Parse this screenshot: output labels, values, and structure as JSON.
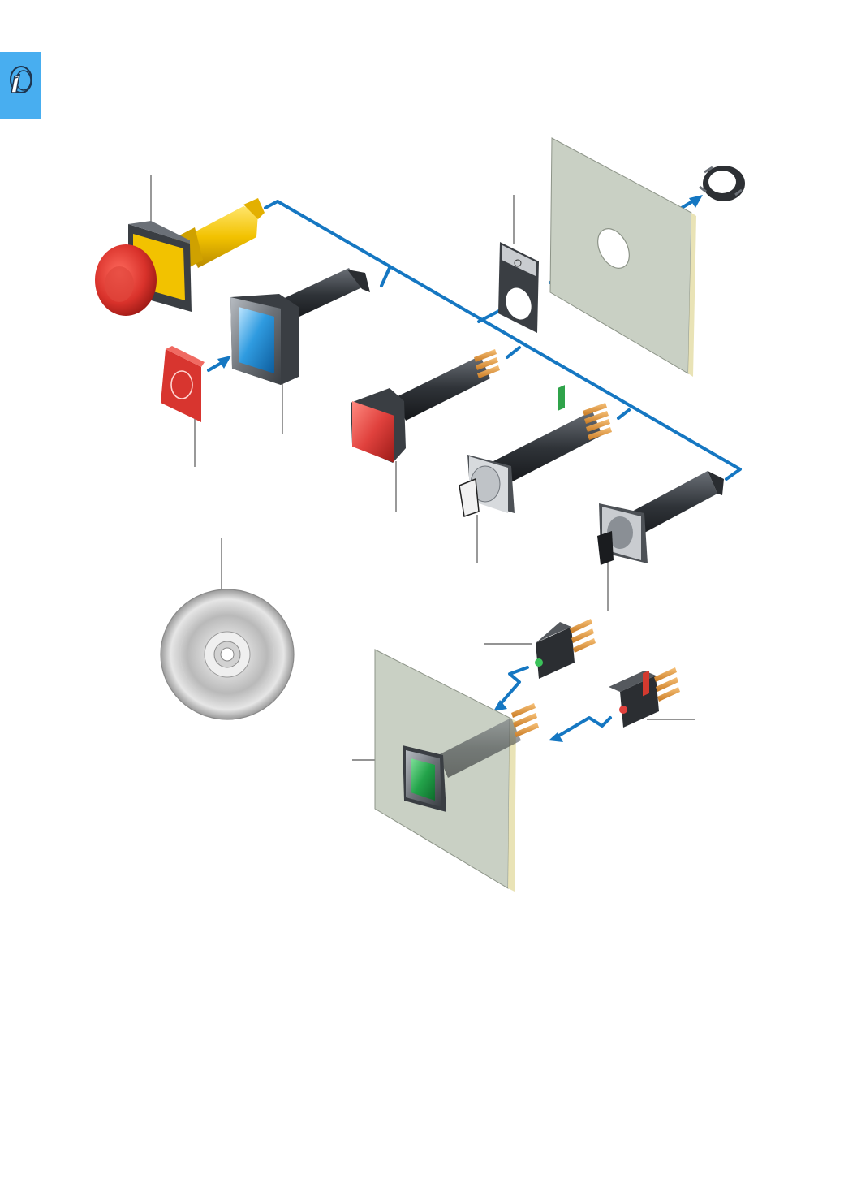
{
  "section_tab": {
    "icon": "selector-switch-icon",
    "color": "#48aef0"
  },
  "colors": {
    "connector_line": "#1577c2",
    "panel_face": "#c9d0c4",
    "panel_edge": "#e9e3b6",
    "emergency_red": "#d9322b",
    "emergency_yellow": "#f2c200",
    "lens_blue": "#2f9be0",
    "lens_red": "#e0413d",
    "lens_green": "#23a34a",
    "contact_pin": "#e39a3a",
    "body_dark": "#3b3f44"
  },
  "components": [
    {
      "name": "emergency-stop-pushbutton",
      "icon": "emergency-stop-icon"
    },
    {
      "name": "legend-label-plate",
      "icon": "legend-plate-icon"
    },
    {
      "name": "square-illuminated-pushbutton-blue",
      "icon": "pushbutton-icon"
    },
    {
      "name": "square-illuminated-pushbutton-red",
      "icon": "pushbutton-icon"
    },
    {
      "name": "selector-switch-lever",
      "icon": "selector-switch-icon"
    },
    {
      "name": "key-operated-selector-switch",
      "icon": "selector-switch-icon"
    },
    {
      "name": "indication-plate",
      "icon": "indication-plate-icon"
    },
    {
      "name": "mounting-panel-top",
      "icon": "panel-icon"
    },
    {
      "name": "fixing-nut",
      "icon": "nut-icon"
    },
    {
      "name": "cd-rom",
      "icon": "disc-icon"
    },
    {
      "name": "contact-block-green",
      "icon": "contact-block-icon"
    },
    {
      "name": "contact-block-red",
      "icon": "contact-block-icon"
    },
    {
      "name": "mounted-pushbutton-green",
      "icon": "pushbutton-icon"
    }
  ]
}
